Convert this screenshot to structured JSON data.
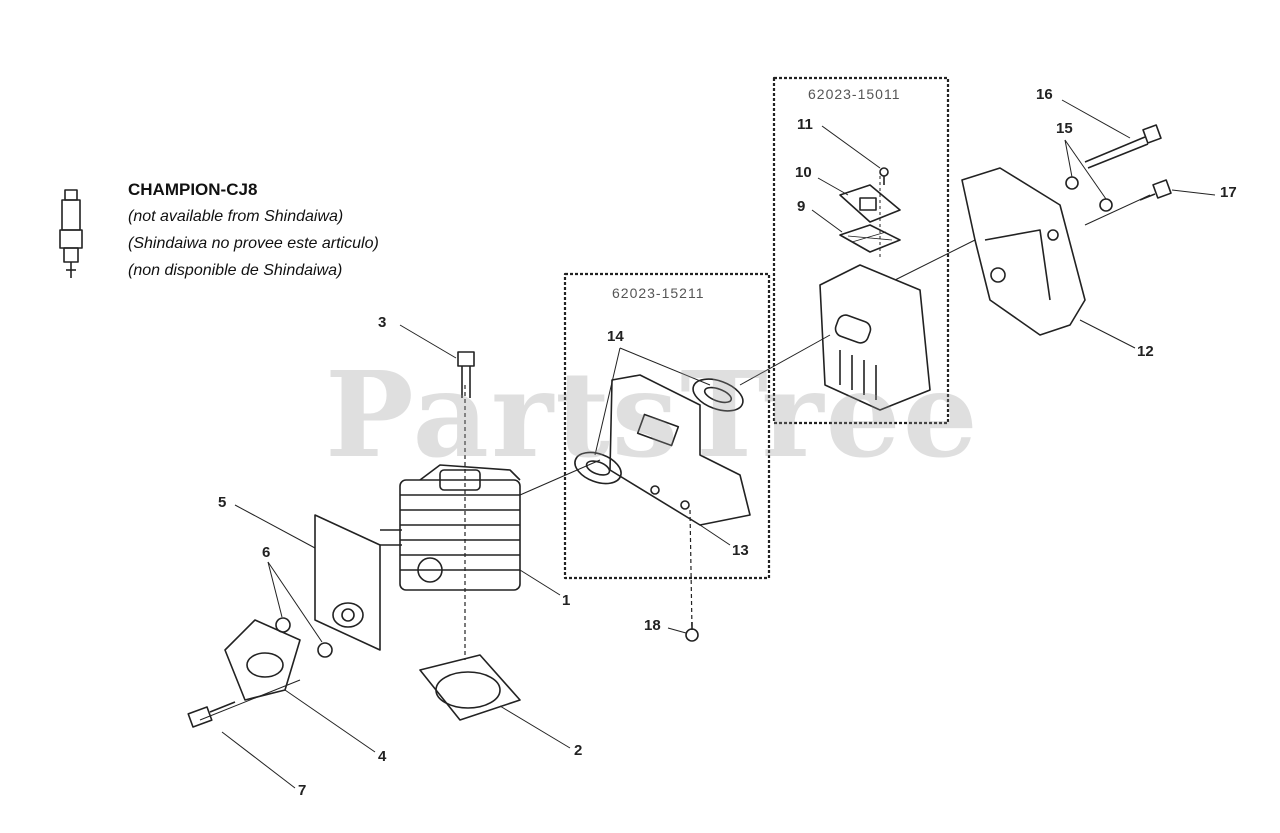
{
  "spark_plug": {
    "title": "CHAMPION-CJ8",
    "notes": [
      "(not available from Shindaiwa)",
      "(Shindaiwa no provee este articulo)",
      "(non disponible de Shindaiwa)"
    ]
  },
  "watermark": "PartsTree",
  "kits": [
    {
      "label": "62023-15011"
    },
    {
      "label": "62023-15211"
    }
  ],
  "callouts": [
    "1",
    "2",
    "3",
    "4",
    "5",
    "6",
    "7",
    "9",
    "10",
    "11",
    "12",
    "13",
    "14",
    "15",
    "16",
    "17",
    "18"
  ]
}
